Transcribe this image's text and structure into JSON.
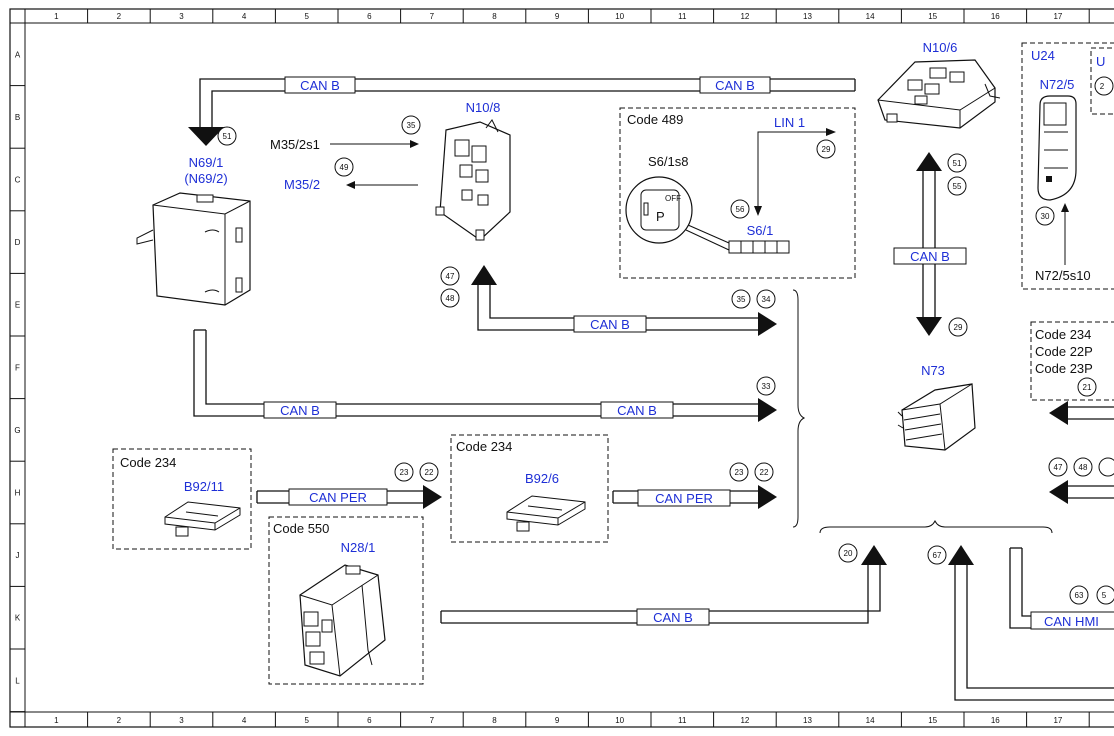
{
  "grid": {
    "columns": [
      "1",
      "2",
      "3",
      "4",
      "5",
      "6",
      "7",
      "8",
      "9",
      "10",
      "11",
      "12",
      "13",
      "14",
      "15",
      "16",
      "17"
    ],
    "rows": [
      "A",
      "B",
      "C",
      "D",
      "E",
      "F",
      "G",
      "H",
      "J",
      "K",
      "L"
    ]
  },
  "components": {
    "n69_1": {
      "id": "N69/1",
      "alt": "(N69/2)"
    },
    "n10_8": {
      "id": "N10/8"
    },
    "n10_6": {
      "id": "N10/6"
    },
    "n73": {
      "id": "N73"
    },
    "b92_11": {
      "id": "B92/11"
    },
    "b92_6": {
      "id": "B92/6"
    },
    "n28_1": {
      "id": "N28/1"
    },
    "s6_1s8": {
      "id": "S6/1s8"
    },
    "s6_1": {
      "id": "S6/1"
    },
    "m35_2s1": {
      "id": "M35/2s1"
    },
    "m35_2": {
      "id": "M35/2"
    },
    "u24": {
      "id": "U24"
    },
    "u_partial": {
      "id": "U"
    },
    "n72_5": {
      "id": "N72/5"
    },
    "n72_5s10": {
      "id": "N72/5s10"
    }
  },
  "switch_face": {
    "off": "OFF",
    "symbol": "P"
  },
  "codes": {
    "c489": "Code 489",
    "c234_b92_11": "Code 234",
    "c234_b92_6": "Code 234",
    "c550": "Code 550",
    "c234_right": "Code 234",
    "c22p": "Code 22P",
    "c23p": "Code 23P"
  },
  "buses": {
    "can_b": "CAN B",
    "can_per": "CAN PER",
    "can_hmi": "CAN HMI",
    "lin1": "LIN 1"
  },
  "markers": {
    "m51_top": "51",
    "m35": "35",
    "m49": "49",
    "m29_lin": "29",
    "m56": "56",
    "m51_right": "51",
    "m55": "55",
    "m29_right": "29",
    "m30": "30",
    "m47_left": "47",
    "m48_left": "48",
    "m35_e": "35",
    "m34_e": "34",
    "m33": "33",
    "m21": "21",
    "m23_left": "23",
    "m22_left": "22",
    "m23_right": "23",
    "m22_right": "22",
    "m47_right": "47",
    "m48_right": "48",
    "m20": "20",
    "m67": "67",
    "m63": "63",
    "m5_partial": "5",
    "m2_partial": "2"
  },
  "colors": {
    "accent_blue": "#1e2fd6",
    "line": "#111111"
  }
}
